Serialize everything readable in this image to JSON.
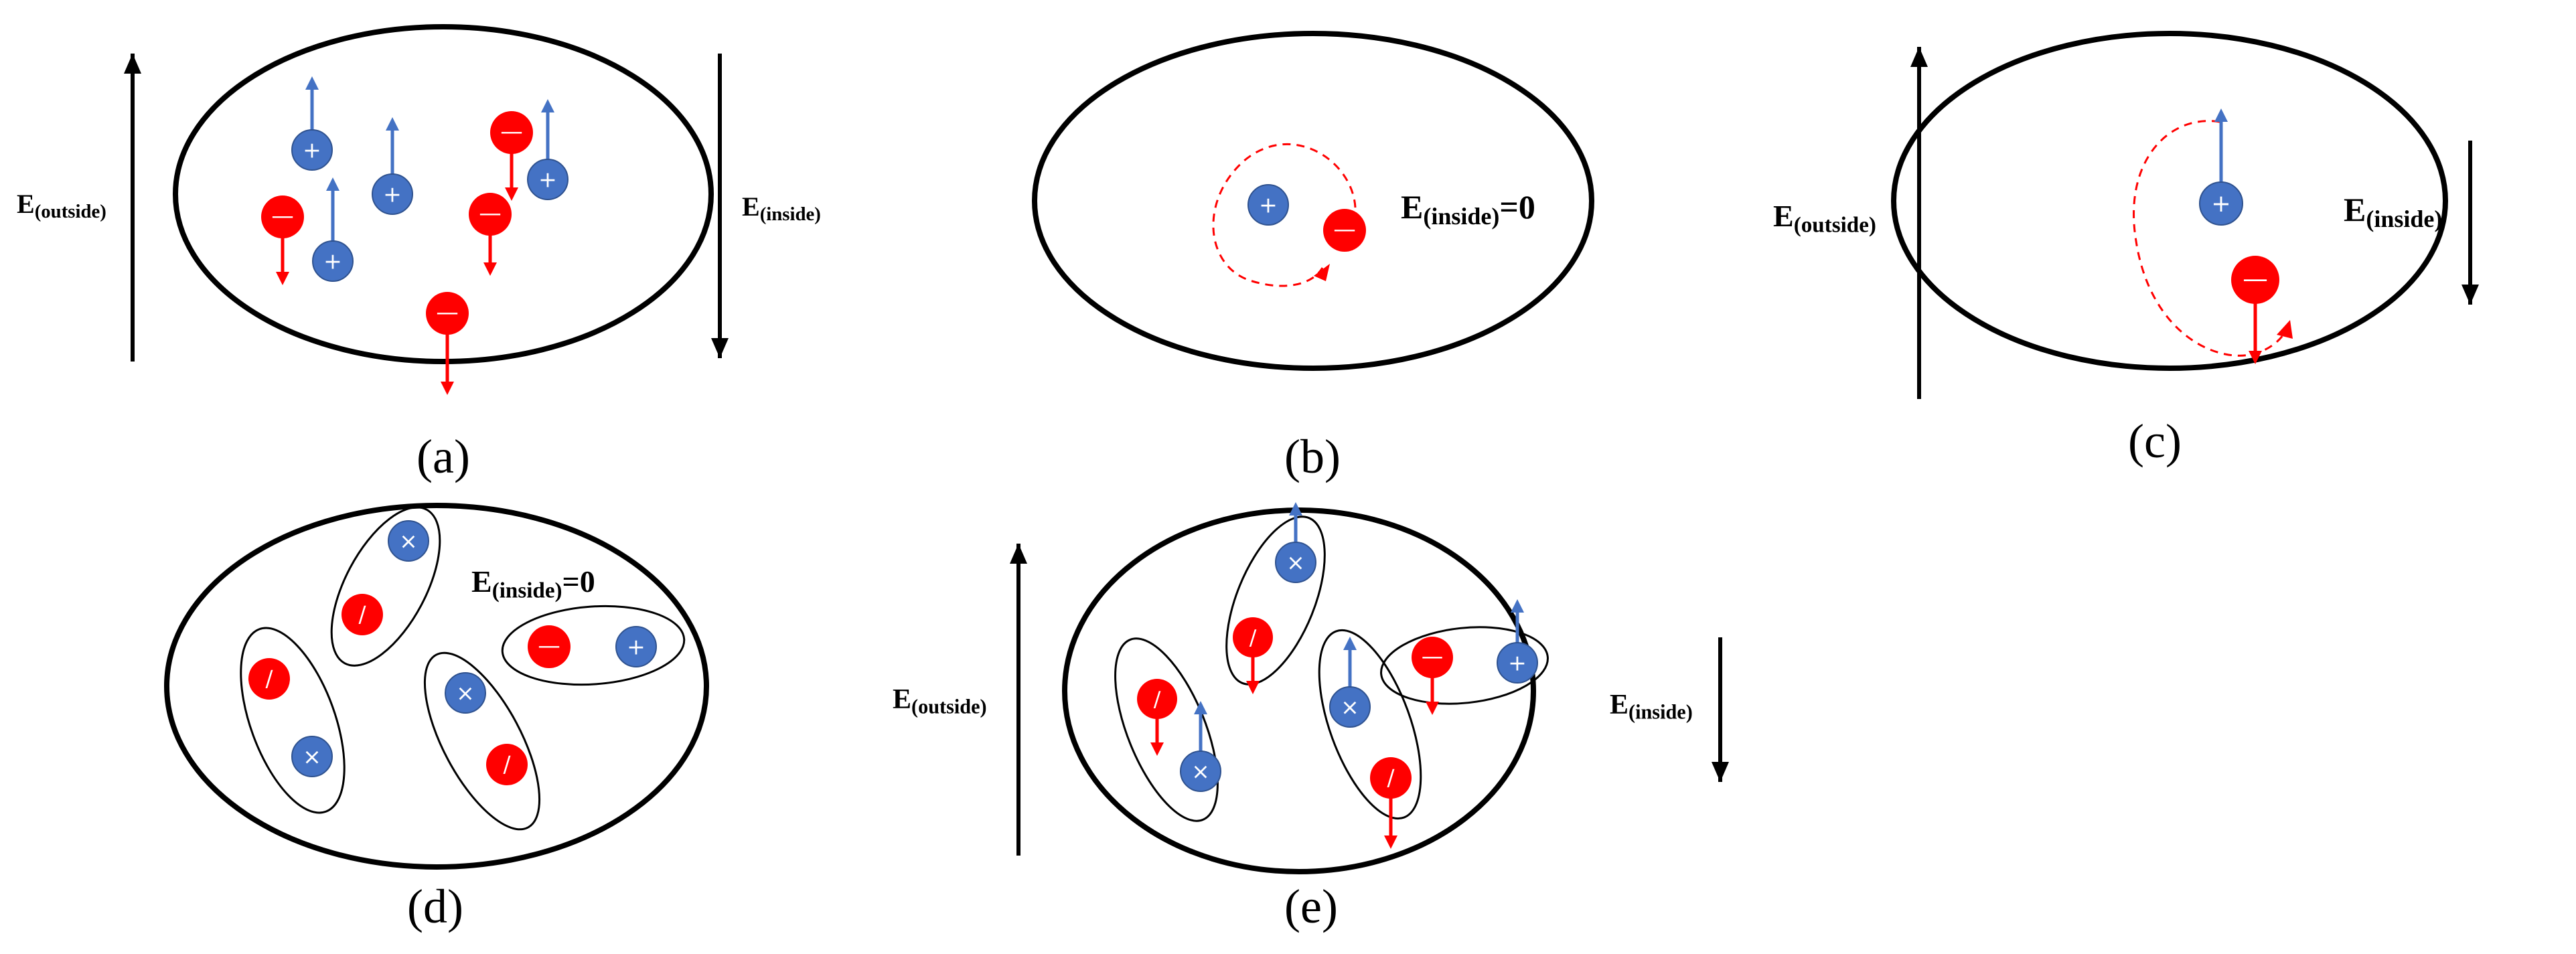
{
  "colors": {
    "positive": "#4472c4",
    "negative": "#ff0000",
    "outline": "#000000",
    "orbit": "#ff0000"
  },
  "charge_symbols": {
    "positive": "+",
    "negative": "—",
    "pair_positive": "×",
    "pair_negative": "/"
  },
  "labels": {
    "e_letter": "E",
    "outside_sub": "(outside)",
    "inside_sub": "(inside)",
    "equals_zero": "=0"
  },
  "panels": [
    {
      "id": "a",
      "caption": "(a)"
    },
    {
      "id": "b",
      "caption": "(b)"
    },
    {
      "id": "c",
      "caption": "(c)"
    },
    {
      "id": "d",
      "caption": "(d)"
    },
    {
      "id": "e",
      "caption": "(e)"
    }
  ]
}
